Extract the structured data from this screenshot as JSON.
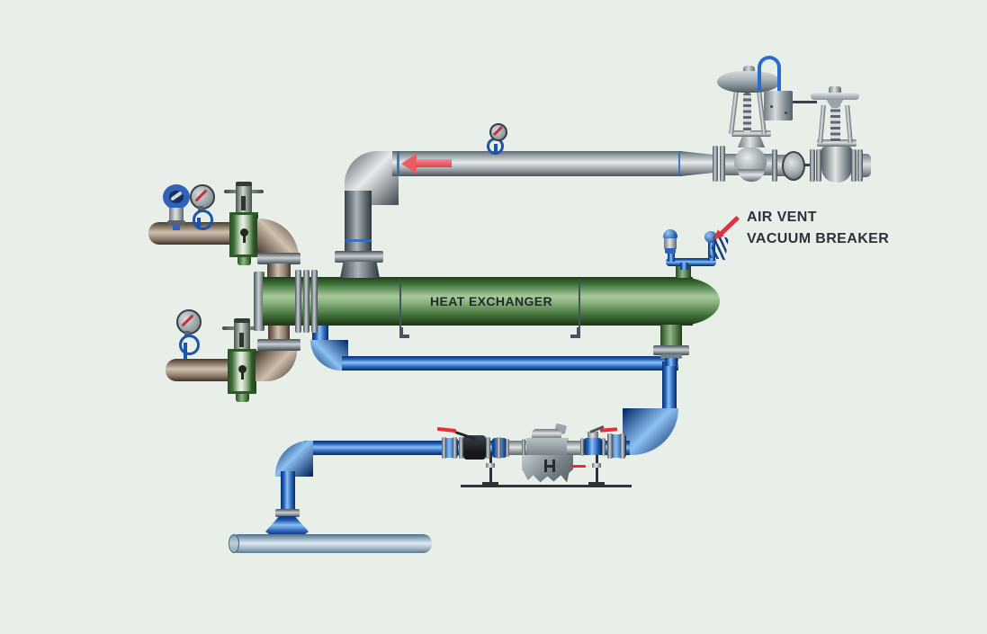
{
  "diagram": {
    "equipment_label": "HEAT EXCHANGER",
    "annotation": {
      "line1": "AIR VENT",
      "line2": "VACUUM BREAKER"
    },
    "flow_arrow_direction": "left",
    "colors": {
      "background": "#e8efe8",
      "shell_green": "#447840",
      "steam_pipe_gray": "#aeb6ba",
      "supply_pipe_brown": "#8a7766",
      "condensate_blue": "#1b5ab4",
      "annotation_red": "#d8353f",
      "label_text": "#262c30"
    },
    "icons": [
      "pneumatic-control-valve-icon",
      "valve-positioner-icon",
      "manual-gate-valve-icon",
      "pipe-reducer-icon",
      "pressure-gauge-icon",
      "pressure-transmitter-icon",
      "stop-valve-icon",
      "steam-trap-icon",
      "ball-valve-icon",
      "pipe-union-icon",
      "pipe-support-icon",
      "air-vent-icon",
      "vacuum-breaker-icon",
      "sparge-pipe-icon",
      "flow-arrow-icon"
    ]
  }
}
